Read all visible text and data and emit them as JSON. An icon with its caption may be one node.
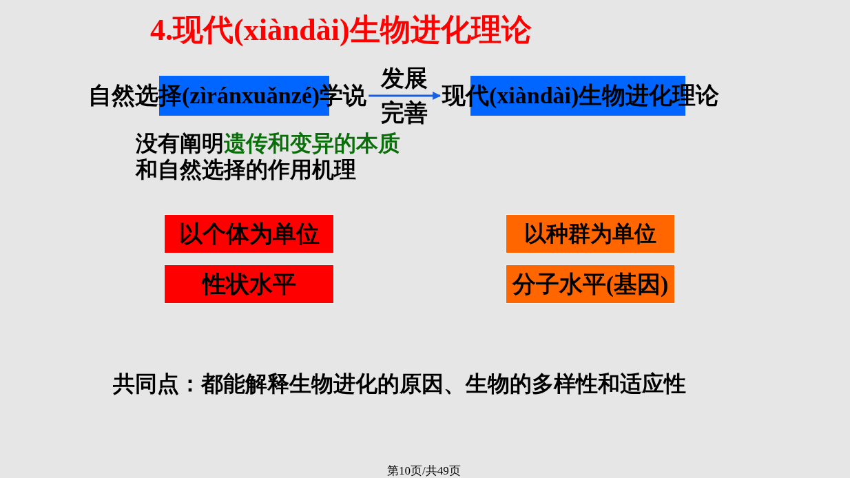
{
  "diagram": {
    "title": "4.现代(xiàndài)生物进化理论",
    "nodes": [
      {
        "text": [
          "自然选择(zìránxuǎnzé)学说"
        ],
        "beside": [
          "没有阐明**遗传和变异的本质**和自然选择的作用机理"
        ]
      },
      {
        "text": [
          "现代(xiàndài)生物进化理论"
        ]
      },
      {
        "text": [
          "以个体为单位"
        ]
      },
      {
        "text": [
          "以种群为单位"
        ]
      },
      {
        "text": [
          "性状水平"
        ]
      },
      {
        "text": [
          "分子水平(基因)"
        ]
      }
    ],
    "edges": [
      {
        "from": 0,
        "to": 1,
        "arrow": "to",
        "label": "发展完善"
      }
    ],
    "labels": [
      "共同点：都能解释生物进化的原因、生物的多样性和适应性",
      "第10页/共49页"
    ]
  }
}
